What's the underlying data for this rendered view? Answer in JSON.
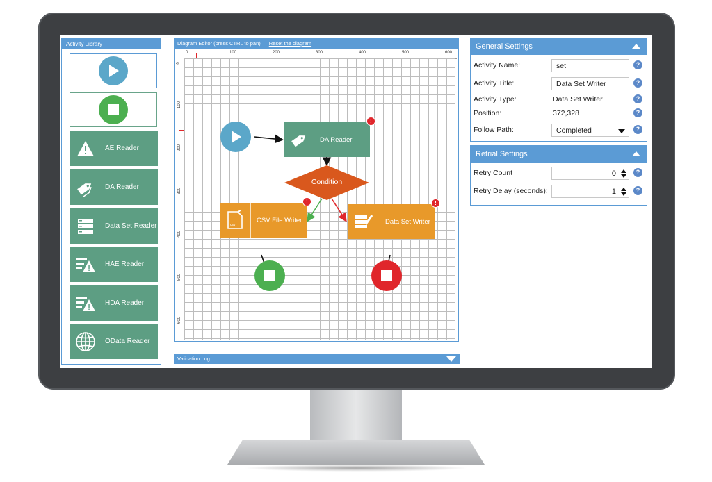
{
  "library": {
    "title": "Activity Library",
    "items": [
      {
        "label": "AE Reader",
        "icon": "warning-icon"
      },
      {
        "label": "DA Reader",
        "icon": "tag-icon"
      },
      {
        "label": "Data Set Reader",
        "icon": "list-icon"
      },
      {
        "label": "HAE Reader",
        "icon": "warning-list-icon"
      },
      {
        "label": "HDA Reader",
        "icon": "warning-list-icon"
      },
      {
        "label": "OData Reader",
        "icon": "globe-icon"
      }
    ]
  },
  "editor": {
    "title": "Diagram Editor (press CTRL to pan)",
    "reset_link": "Reset the diagram",
    "ruler_h": [
      "0",
      "100",
      "200",
      "300",
      "400",
      "500",
      "600"
    ],
    "ruler_v": [
      "0",
      "100",
      "200",
      "300",
      "400",
      "500",
      "600"
    ],
    "nodes": {
      "da_reader": "DA Reader",
      "condition": "Condition",
      "csv_writer": "CSV File Writer",
      "csv_badge": "csv",
      "dataset_writer": "Data Set Writer",
      "warning_mark": "!"
    }
  },
  "validation_log": {
    "title": "Validation Log"
  },
  "general": {
    "title": "General Settings",
    "activity_name": {
      "label": "Activity Name:",
      "value": "set"
    },
    "activity_title": {
      "label": "Activity Title:",
      "value": "Data Set Writer"
    },
    "activity_type": {
      "label": "Activity Type:",
      "value": "Data Set Writer"
    },
    "position": {
      "label": "Position:",
      "value": "372,328"
    },
    "follow_path": {
      "label": "Follow Path:",
      "value": "Completed"
    },
    "help_mark": "?"
  },
  "retrial": {
    "title": "Retrial Settings",
    "retry_count": {
      "label": "Retry Count",
      "value": "0"
    },
    "retry_delay": {
      "label": "Retry Delay (seconds):",
      "value": "1"
    }
  },
  "colors": {
    "accent": "#5b9bd5",
    "library_green": "#5d9e83",
    "start_blue": "#5ba7c9",
    "end_green": "#4caf50",
    "writer_orange": "#e8992a",
    "condition_orange": "#d9581d",
    "stop_red": "#e0262b"
  }
}
